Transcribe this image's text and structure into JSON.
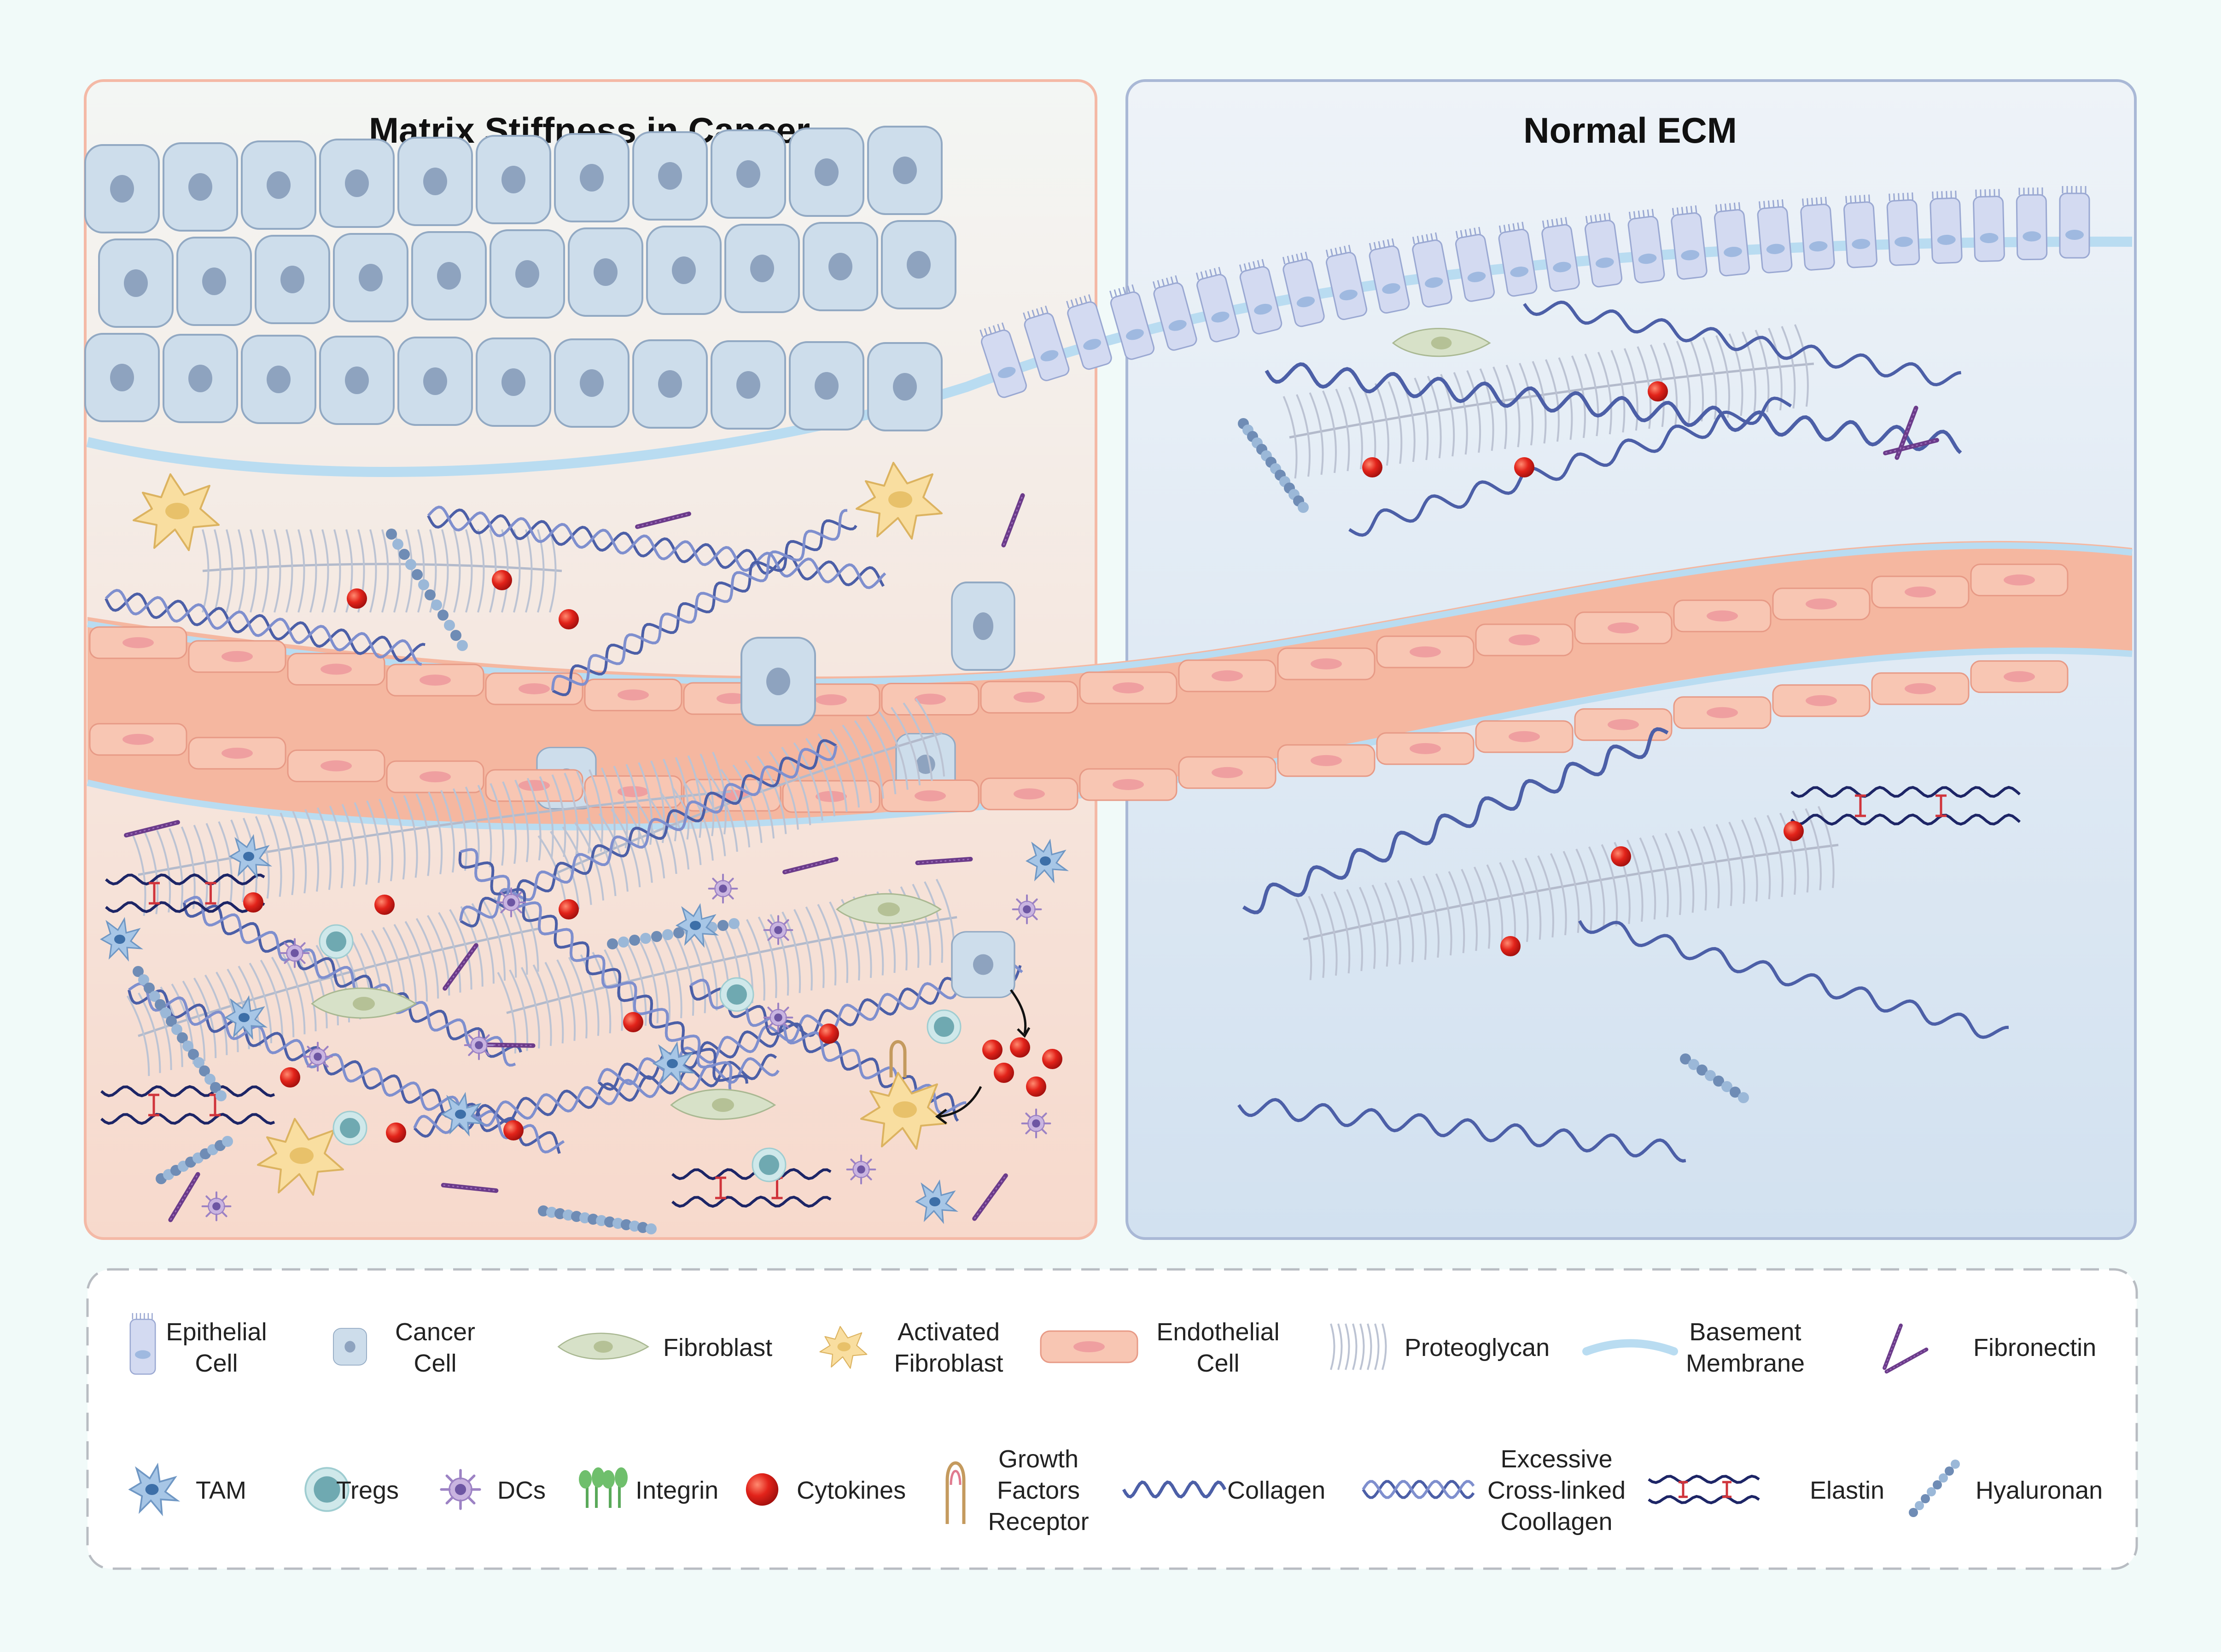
{
  "panels": {
    "cancer_title": "Matrix Stiffness in Cancer",
    "normal_title": "Normal ECM"
  },
  "legend": {
    "row1": [
      {
        "icon": "epithelial-cell-icon",
        "lines": [
          "Epithelial",
          "Cell"
        ]
      },
      {
        "icon": "cancer-cell-icon",
        "lines": [
          "Cancer",
          "Cell"
        ]
      },
      {
        "icon": "fibroblast-icon",
        "lines": [
          "Fibroblast"
        ]
      },
      {
        "icon": "activated-fibroblast-icon",
        "lines": [
          "Activated",
          "Fibroblast"
        ]
      },
      {
        "icon": "endothelial-cell-icon",
        "lines": [
          "Endothelial",
          "Cell"
        ]
      },
      {
        "icon": "proteoglycan-icon",
        "lines": [
          "Proteoglycan"
        ]
      },
      {
        "icon": "basement-membrane-icon",
        "lines": [
          "Basement",
          "Membrane"
        ]
      },
      {
        "icon": "fibronectin-icon",
        "lines": [
          "Fibronectin"
        ]
      }
    ],
    "row2": [
      {
        "icon": "tam-icon",
        "lines": [
          "TAM"
        ]
      },
      {
        "icon": "tregs-icon",
        "lines": [
          "Tregs"
        ]
      },
      {
        "icon": "dcs-icon",
        "lines": [
          "DCs"
        ]
      },
      {
        "icon": "integrin-icon",
        "lines": [
          "Integrin"
        ]
      },
      {
        "icon": "cytokines-icon",
        "lines": [
          "Cytokines"
        ]
      },
      {
        "icon": "growth-factors-receptor-icon",
        "lines": [
          "Growth",
          "Factors",
          "Receptor"
        ]
      },
      {
        "icon": "collagen-icon",
        "lines": [
          "Collagen"
        ]
      },
      {
        "icon": "cross-linked-collagen-icon",
        "lines": [
          "Excessive",
          "Cross-linked",
          "Coollagen"
        ]
      },
      {
        "icon": "elastin-icon",
        "lines": [
          "Elastin"
        ]
      },
      {
        "icon": "hyaluronan-icon",
        "lines": [
          "Hyaluronan"
        ]
      }
    ]
  },
  "colors": {
    "background": "#f1faf9",
    "cancer_panel_fill": "#f8e6dc",
    "cancer_panel_border": "#f4b9a6",
    "normal_panel_fill": "#dde8f3",
    "normal_panel_border": "#a9b8d6",
    "epithelial": "#cfd7ef",
    "cancer_cell": "#c9d8e8",
    "nucleus": "#8fa3bd",
    "endothelial": "#f7c3b0",
    "endothelial_nucleus": "#ef9ea0",
    "basement_membrane": "#b9dcf1",
    "collagen": "#4c5fa7",
    "elastin": "#1d2566",
    "elastin_link": "#d0343b",
    "cytokine": "#e2231a",
    "fibroblast": "#d3dec3",
    "activated_fibroblast": "#f9dfa0",
    "fibronectin": "#6b3b8a",
    "proteoglycan": "#b8bfcf",
    "hyaluronan": "#7f9fc6",
    "tregs": "#7ab7bd",
    "tam": "#8cb2d9",
    "dcs": "#a98fc7",
    "integrin": "#6fbf6c",
    "receptor": "#c49a5e"
  }
}
